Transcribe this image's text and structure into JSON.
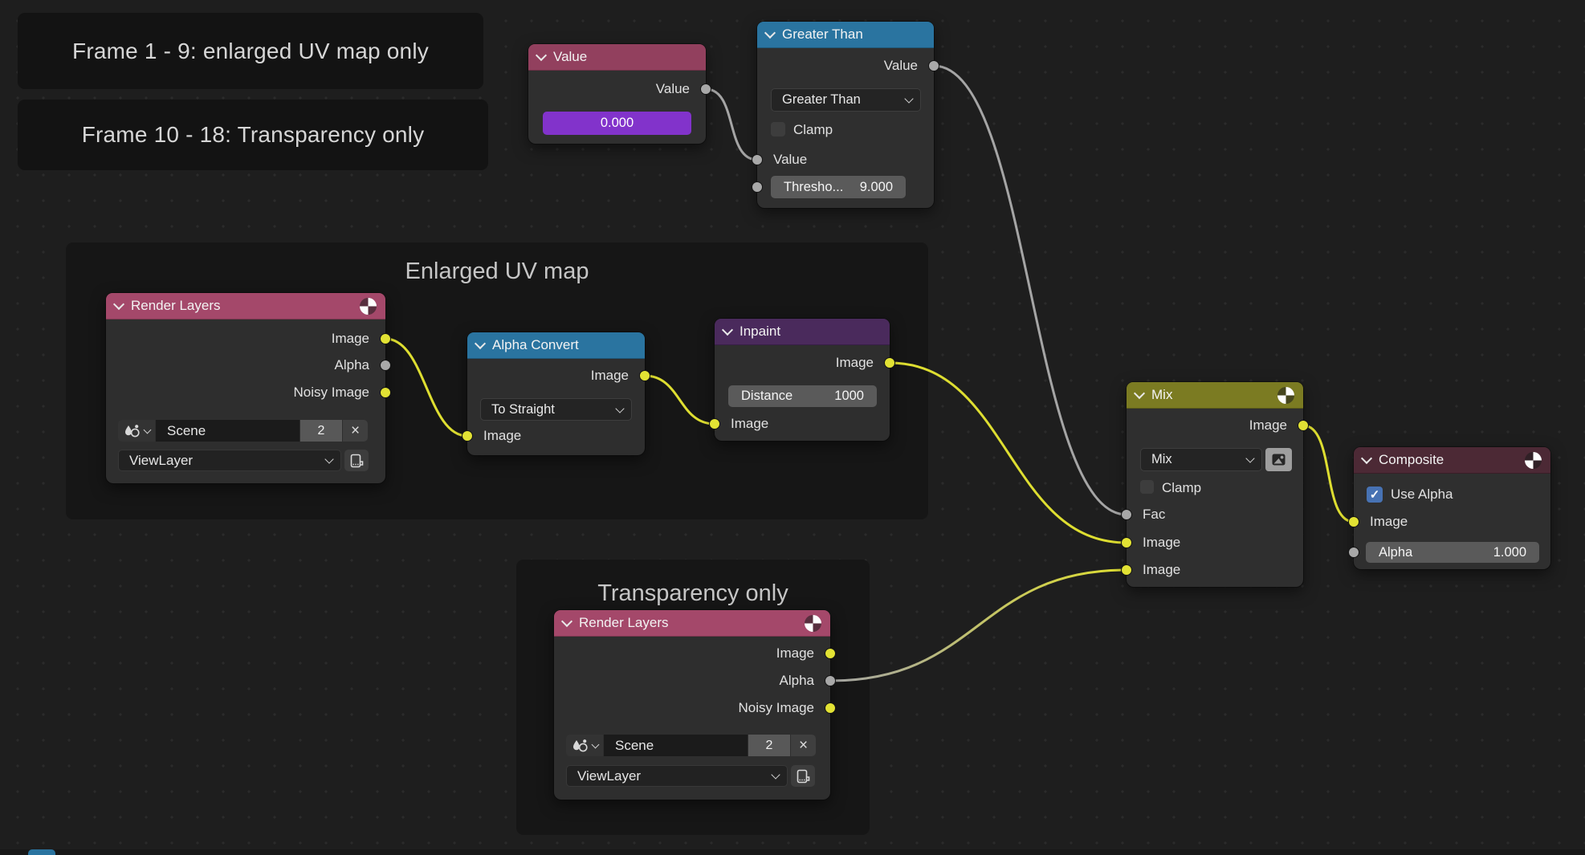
{
  "notes": {
    "frame1": "Frame 1 - 9: enlarged UV map only",
    "frame2": "Frame 10 - 18: Transparency only"
  },
  "frames": {
    "enlarged_uv": "Enlarged UV map",
    "transparency": "Transparency only"
  },
  "nodes": {
    "value": {
      "title": "Value",
      "output_label": "Value",
      "value": "0.000"
    },
    "greater_than": {
      "title": "Greater Than",
      "output_label": "Value",
      "operation": "Greater Than",
      "clamp_label": "Clamp",
      "input_label": "Value",
      "threshold_label": "Thresho...",
      "threshold_value": "9.000"
    },
    "render_layers_1": {
      "title": "Render Layers",
      "outputs": [
        "Image",
        "Alpha",
        "Noisy Image"
      ],
      "scene_name": "Scene",
      "scene_user_count": "2",
      "view_layer": "ViewLayer"
    },
    "alpha_convert": {
      "title": "Alpha Convert",
      "output_label": "Image",
      "mode": "To Straight",
      "input_label": "Image"
    },
    "inpaint": {
      "title": "Inpaint",
      "output_label": "Image",
      "distance_label": "Distance",
      "distance_value": "1000",
      "input_label": "Image"
    },
    "mix": {
      "title": "Mix",
      "output_label": "Image",
      "blend_mode": "Mix",
      "clamp_label": "Clamp",
      "fac_label": "Fac",
      "image_a_label": "Image",
      "image_b_label": "Image"
    },
    "composite": {
      "title": "Composite",
      "use_alpha_label": "Use Alpha",
      "check_glyph": "✓",
      "input_label": "Image",
      "alpha_label": "Alpha",
      "alpha_value": "1.000"
    },
    "render_layers_2": {
      "title": "Render Layers",
      "outputs": [
        "Image",
        "Alpha",
        "Noisy Image"
      ],
      "scene_name": "Scene",
      "scene_user_count": "2",
      "view_layer": "ViewLayer"
    },
    "close_glyph": "×"
  },
  "colors": {
    "header_input_red": "#a4486a",
    "header_value_red": "#92405e",
    "header_converter_blue": "#2a74a0",
    "header_filter_purple": "#4a2a5c",
    "header_mix_olive": "#7b7b22",
    "header_output_maroon": "#4c2935",
    "socket_yellow": "#e2e234",
    "socket_grey": "#a8a8a8",
    "wire_yellow": "#dede31",
    "wire_grey": "#a5a5a5",
    "value_field_purple": "#8233cb",
    "checkbox_checked_blue": "#4772b3",
    "background": "#1e1e1e"
  }
}
